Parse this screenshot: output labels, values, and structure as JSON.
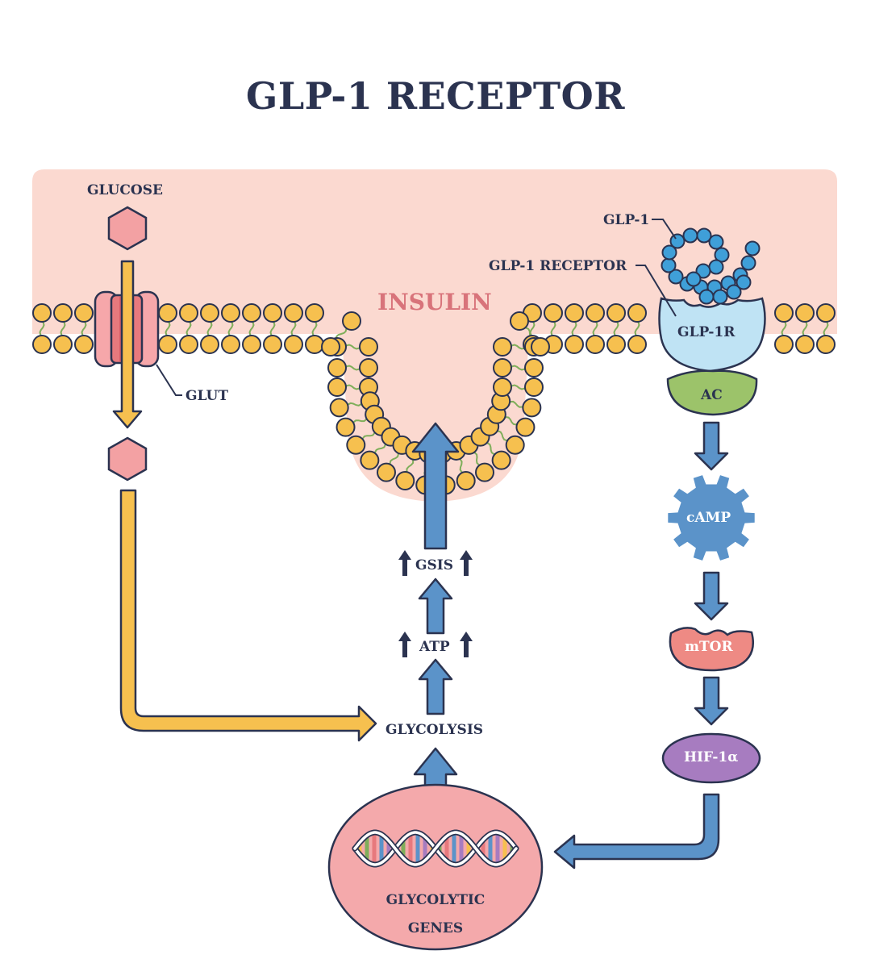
{
  "title": "GLP-1 RECEPTOR",
  "labels": {
    "glucose": "GLUCOSE",
    "glut": "GLUT",
    "insulin": "INSULIN",
    "glp1": "GLP-1",
    "glp1_receptor": "GLP-1 RECEPTOR",
    "glp1r": "GLP-1R",
    "ac": "AC",
    "camp": "cAMP",
    "mtor": "mTOR",
    "hif": "HIF-1α",
    "gsis": "GSIS",
    "atp": "ATP",
    "glycolysis": "GLYCOLYSIS",
    "glycolytic_genes_line1": "GLYCOLYTIC",
    "glycolytic_genes_line2": "GENES"
  },
  "colors": {
    "outline": "#2b3350",
    "extracellular": "#fbd9d0",
    "lipid_head": "#f6c04f",
    "lipid_tail": "#7fae5a",
    "glucose": "#f3a1a3",
    "channel": "#f08f92",
    "arrow_blue": "#5b93c9",
    "arrow_yellow": "#f6c04f",
    "receptor": "#bfe3f4",
    "peptide": "#3f9fd8",
    "ac": "#9cc36a",
    "camp": "#5b93c9",
    "mtor": "#ee8a84",
    "hif": "#a77cc0",
    "nucleus": "#f4a9ab",
    "insulin_text": "#d8737a"
  },
  "icons": [
    "glucose-hexagon",
    "glut-channel",
    "glp1-peptide-chain",
    "gear-icon",
    "dna-helix-icon"
  ]
}
